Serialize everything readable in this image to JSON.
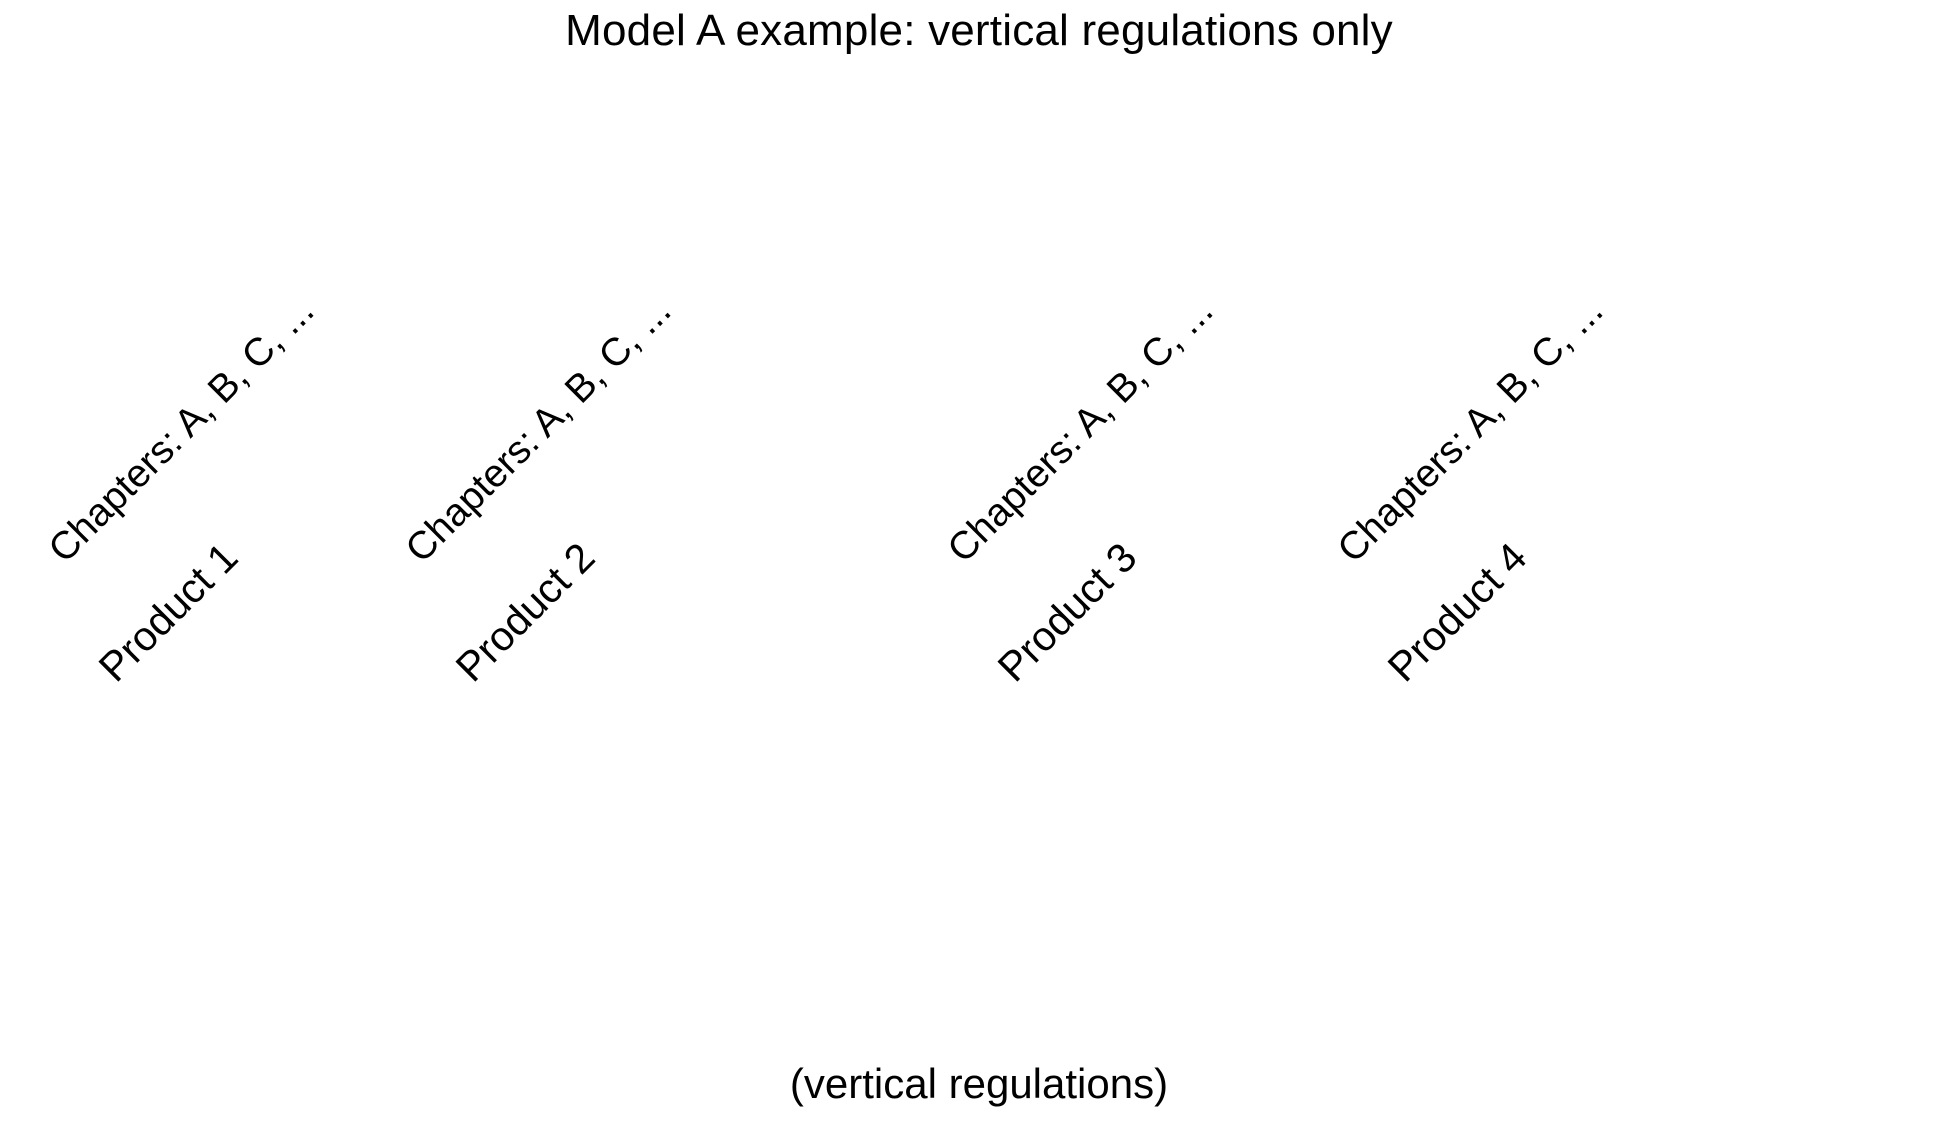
{
  "figure": {
    "title": "Model A example: vertical regulations only",
    "caption": "(vertical regulations)",
    "background_color": "#ffffff",
    "text_color": "#000000"
  },
  "chart_data": {
    "type": "diagram",
    "title": "Model A example: vertical regulations only",
    "xlabel": "(vertical regulations)",
    "ylabel": "",
    "grid": false,
    "legend": "none",
    "annotation_rotation_deg": -45,
    "groups": [
      {
        "product_label": "Product 1",
        "chapters_label": "Chapters: A, B, C, ...",
        "x": 1
      },
      {
        "product_label": "Product 2",
        "chapters_label": "Chapters: A, B, C, ...",
        "x": 2
      },
      {
        "product_label": "Product 3",
        "chapters_label": "Chapters: A, B, C, ...",
        "x": 3
      },
      {
        "product_label": "Product 4",
        "chapters_label": "Chapters: A, B, C, ...",
        "x": 4
      }
    ]
  }
}
